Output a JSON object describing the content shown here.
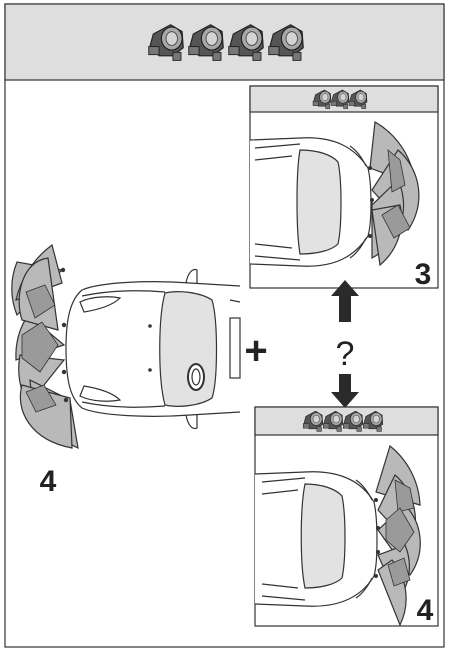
{
  "labels": {
    "front_count": "4",
    "option_a_count": "3",
    "option_b_count": "4",
    "plus": "+",
    "question": "?"
  },
  "sensor_counts": {
    "header": 4,
    "option_a": 3,
    "option_b": 4
  },
  "colors": {
    "header_bg": "#dedede",
    "zone_fill": "#b9b9b9",
    "zone_overlap": "#8f8f8f",
    "outline": "#333333",
    "sensor_dark": "#555555",
    "sensor_light": "#a8a8a8"
  }
}
